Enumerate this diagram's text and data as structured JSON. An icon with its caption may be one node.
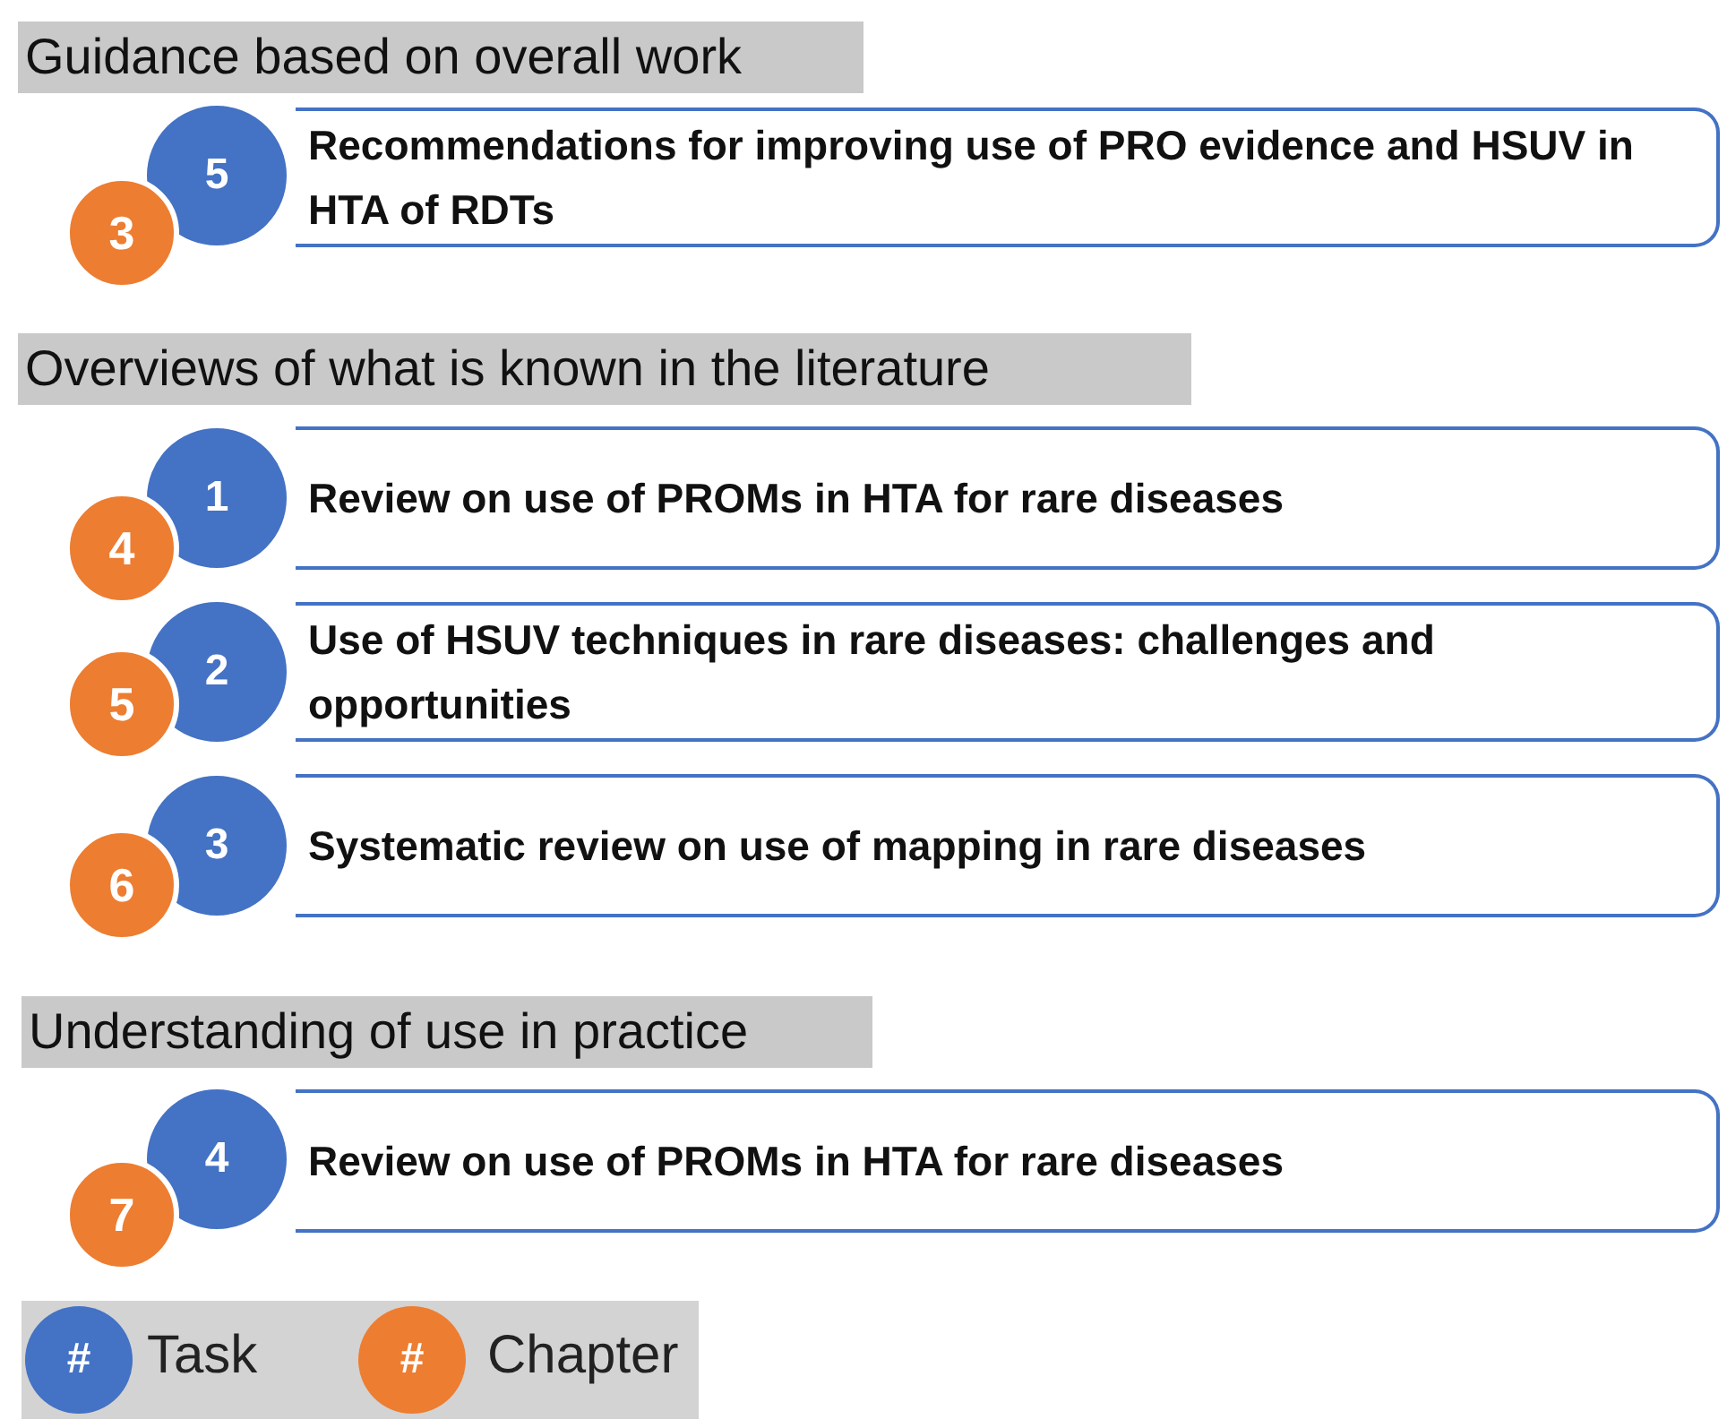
{
  "diagram": {
    "nodes": [
      {
        "text": [
          "Guidance based on overall work"
        ]
      },
      {
        "text": [
          "5"
        ]
      },
      {
        "text": [
          "Recommendations for improving use of PRO evidence and HSUV in HTA of RDTs"
        ]
      },
      {
        "text": [
          "3"
        ]
      },
      {
        "text": [
          "Overviews of what is known in the literature"
        ]
      },
      {
        "text": [
          "1"
        ]
      },
      {
        "text": [
          "Review on use of PROMs in HTA for rare diseases"
        ]
      },
      {
        "text": [
          "4"
        ]
      },
      {
        "text": [
          "2"
        ]
      },
      {
        "text": [
          "Use of HSUV techniques in rare diseases: challenges and opportunities"
        ]
      },
      {
        "text": [
          "5"
        ]
      },
      {
        "text": [
          "3"
        ]
      },
      {
        "text": [
          "Systematic review on use of mapping in rare diseases"
        ]
      },
      {
        "text": [
          "6"
        ]
      },
      {
        "text": [
          "Understanding of use in practice"
        ]
      },
      {
        "text": [
          "4"
        ]
      },
      {
        "text": [
          "Review on use of PROMs in HTA for rare diseases"
        ]
      },
      {
        "text": [
          "7"
        ]
      }
    ],
    "labels": [
      "#",
      "#"
    ],
    "legend": [
      {
        "text": "Task",
        "color": "#4472c4"
      },
      {
        "text": "Chapter",
        "color": "#ed7d31"
      }
    ]
  }
}
